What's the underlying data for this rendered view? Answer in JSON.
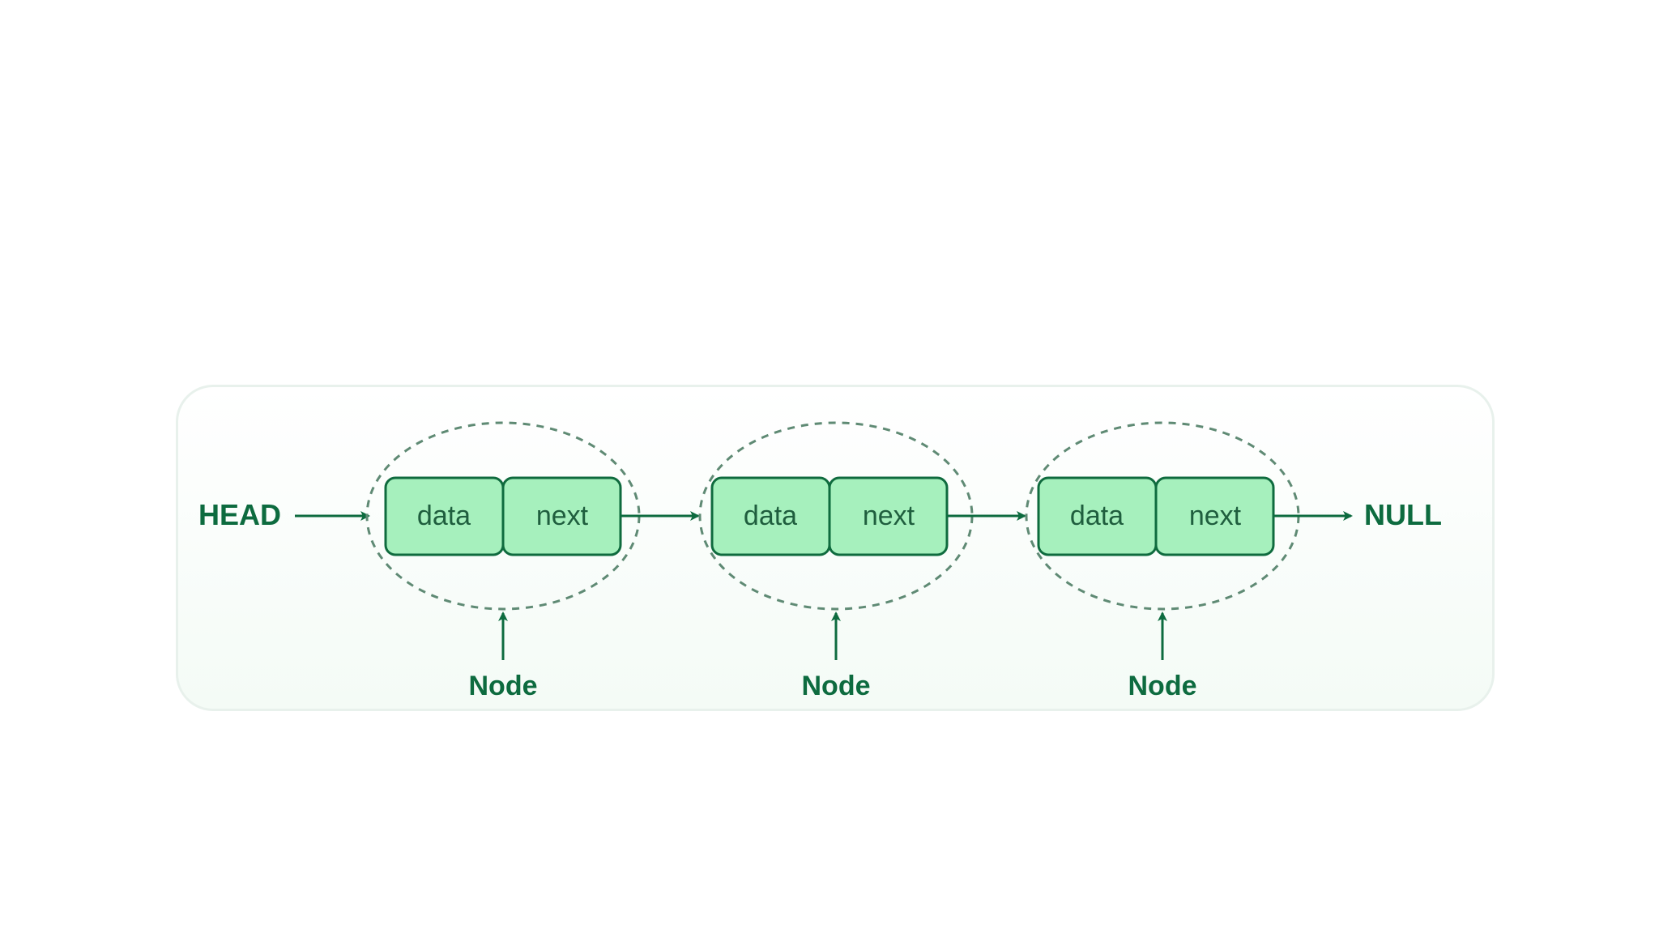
{
  "diagram": {
    "head_label": "HEAD",
    "null_label": "NULL",
    "nodes": [
      {
        "data_label": "data",
        "next_label": "next",
        "caption": "Node"
      },
      {
        "data_label": "data",
        "next_label": "next",
        "caption": "Node"
      },
      {
        "data_label": "data",
        "next_label": "next",
        "caption": "Node"
      }
    ]
  },
  "colors": {
    "cell_fill": "#a6f0bd",
    "cell_stroke": "#0f6b3e",
    "text": "#0d6b3f",
    "dashed_outline": "#5f8a74",
    "panel_border": "#e8f1ec"
  }
}
